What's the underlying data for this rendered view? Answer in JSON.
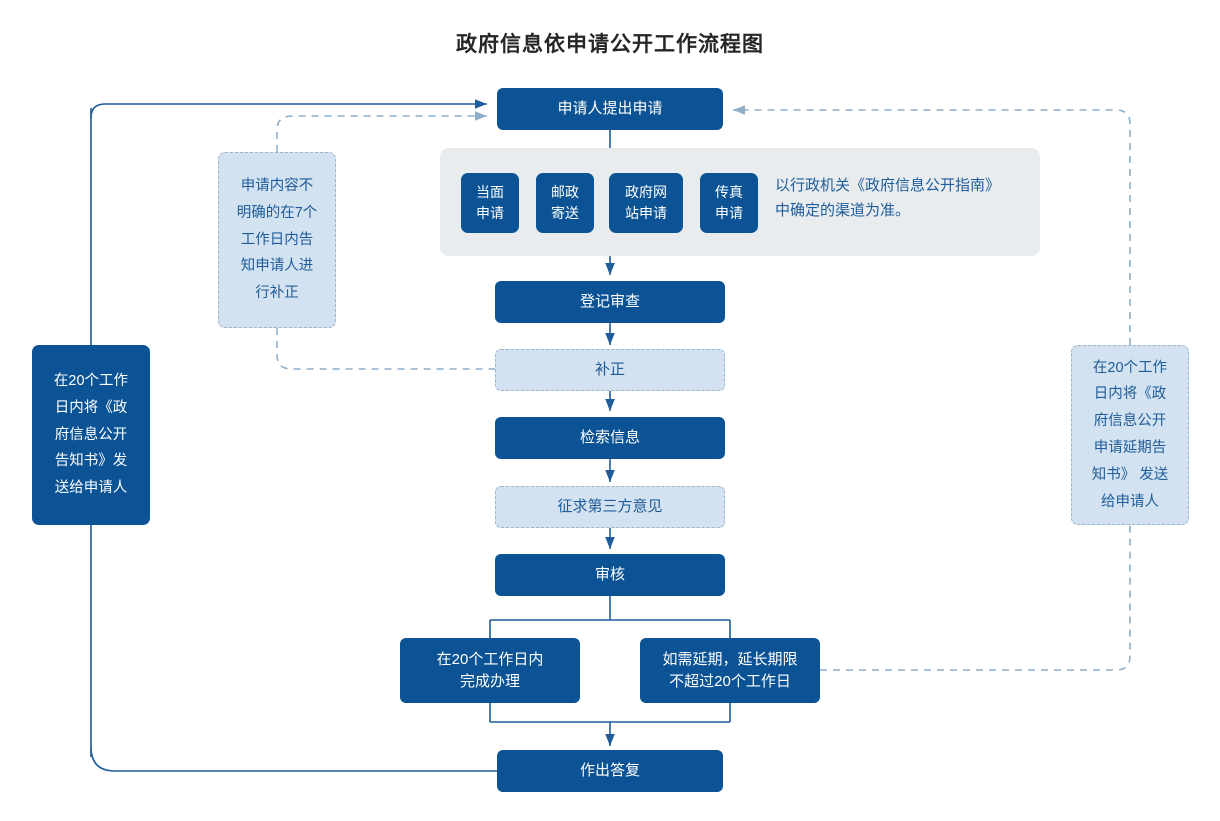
{
  "page": {
    "title": "政府信息依申请公开工作流程图",
    "accent_dark": "#0B5394",
    "accent_light": "#D2E2F0",
    "panel_bg": "#E8ECEF",
    "text_blue": "#1F5C99",
    "line_solid": "#1F5C99",
    "line_dashed": "#8FAEC8"
  },
  "flow": {
    "start": {
      "label": "申请人提出申请"
    },
    "channels": {
      "items": [
        {
          "label": "当面\n申请"
        },
        {
          "label": "邮政\n寄送"
        },
        {
          "label": "政府网\n站申请"
        },
        {
          "label": "传真\n申请"
        }
      ],
      "note": "以行政机关《政府信息公开指南》\n中确定的渠道为准。"
    },
    "steps": [
      {
        "id": "register",
        "label": "登记审查",
        "style": "solid"
      },
      {
        "id": "supplement",
        "label": "补正",
        "style": "soft"
      },
      {
        "id": "retrieve",
        "label": "检索信息",
        "style": "solid"
      },
      {
        "id": "third-party",
        "label": "征求第三方意见",
        "style": "soft"
      },
      {
        "id": "review",
        "label": "审核",
        "style": "solid"
      }
    ],
    "branches": {
      "left": "在20个工作日内\n完成办理",
      "right": "如需延期，延长期限\n不超过20个工作日"
    },
    "end": {
      "label": "作出答复"
    }
  },
  "annotations": {
    "supplement_note": "申请内容不\n明确的在7个\n工作日内告\n知申请人进\n行补正",
    "left_notice": "在20个工作\n日内将《政\n府信息公开\n告知书》发\n送给申请人",
    "right_notice": "在20个工作\n日内将《政\n府信息公开\n申请延期告\n知书》 发送\n给申请人"
  }
}
